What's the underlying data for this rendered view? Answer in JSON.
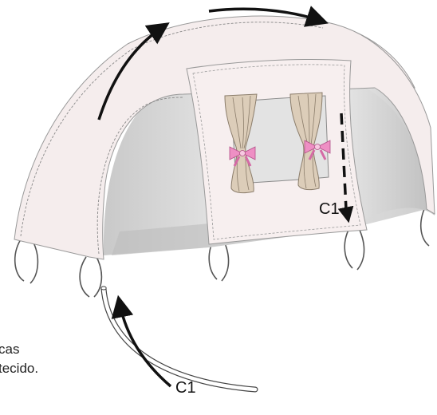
{
  "labels": {
    "c1_front": "C1",
    "c1_rod": "C1"
  },
  "side_text": {
    "line1": "cas",
    "line2": "tecido."
  },
  "colors": {
    "fabric": "#f4ecec",
    "fabric_shadow": "#e2dada",
    "interior": "#d9d9d9",
    "curtain": "#d9cbb8",
    "bow": "#ec8fc1",
    "arrow": "#111111"
  }
}
